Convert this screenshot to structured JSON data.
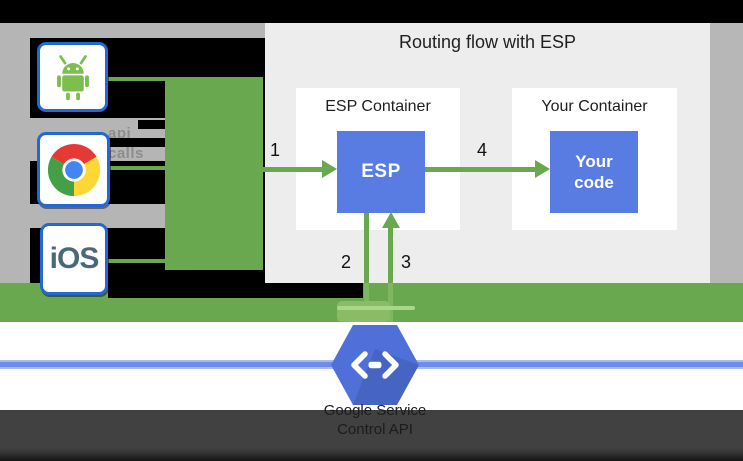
{
  "diagram": {
    "title": "Routing flow with ESP",
    "api_calls": {
      "line1": "api",
      "line2": "calls"
    },
    "clients": {
      "android": {
        "icon": "android-icon"
      },
      "chrome": {
        "icon": "chrome-icon"
      },
      "ios": {
        "label": "iOS"
      }
    },
    "esp_container": {
      "label": "ESP Container",
      "box_label": "ESP"
    },
    "your_container": {
      "label": "Your Container",
      "box_line1": "Your",
      "box_line2": "code"
    },
    "steps": {
      "s1": "1",
      "s2": "2",
      "s3": "3",
      "s4": "4"
    },
    "service": {
      "line1": "Google Service",
      "line2": "Control API",
      "icon": "cloud-endpoints-hexagon-icon"
    },
    "colors": {
      "green": "#6aa84f",
      "panel_gray": "#ededed",
      "strip_gray": "#b5b5b5",
      "box_blue": "#587ce2",
      "hexagon_blue": "#4e70d8",
      "line_blue": "#6e8ce9",
      "client_border_blue": "#2468d4",
      "dark_bar": "#414141"
    }
  }
}
